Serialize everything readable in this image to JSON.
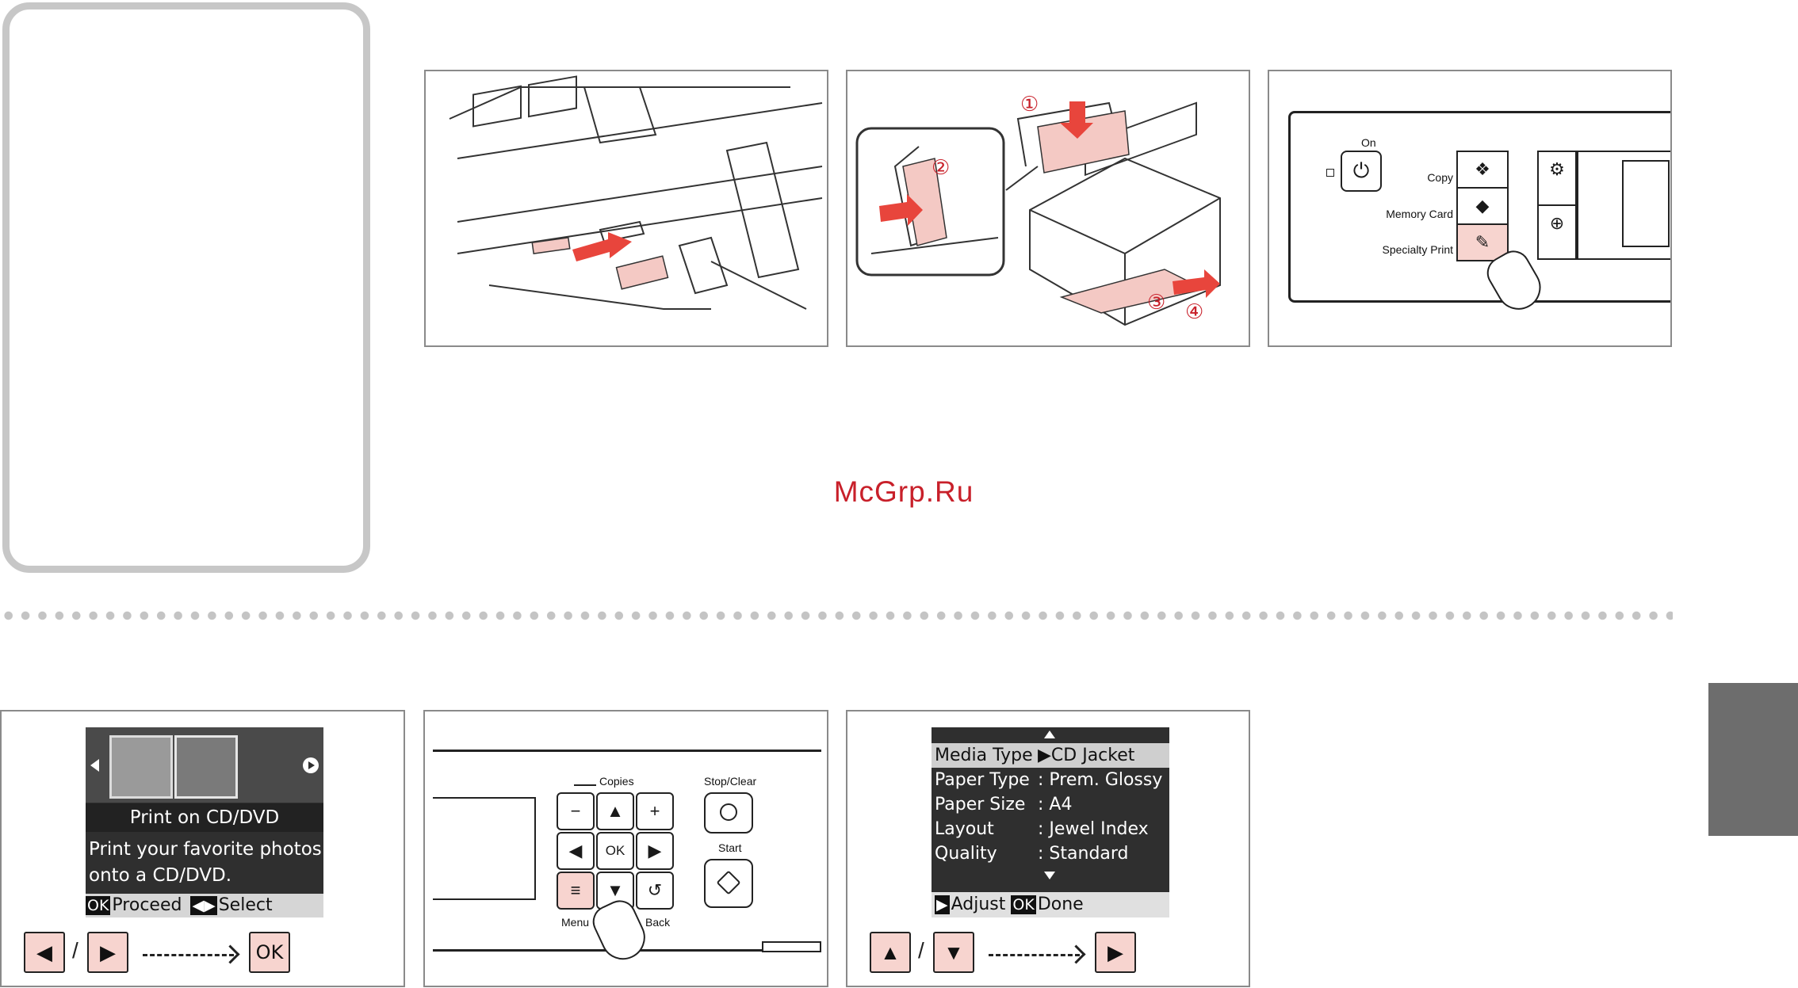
{
  "watermark": "McGrp.Ru",
  "top_panel3": {
    "on_label": "On",
    "power_icon": "⏻",
    "copy_label": "Copy",
    "memory_card_label": "Memory Card",
    "specialty_print_label": "Specialty Print",
    "setup_icon": "wrench-icon",
    "zoom_icon": "zoom-icon"
  },
  "top_panel2": {
    "step1": "①",
    "step2": "②",
    "step3": "③",
    "step4": "④"
  },
  "lcd1": {
    "title": "Print on CD/DVD",
    "line1": "Print your favorite photos",
    "line2": "onto a CD/DVD.",
    "ok": "OK",
    "proceed": "Proceed",
    "select": "Select"
  },
  "nav1": {
    "left": "◀",
    "slash": "/",
    "right": "▶",
    "ok": "OK"
  },
  "control_panel": {
    "copies": "Copies",
    "minus": "−",
    "up": "▲",
    "plus": "+",
    "left": "◀",
    "ok": "OK",
    "right": "▶",
    "menu_icon": "≡",
    "down": "▼",
    "back_icon": "↺",
    "menu": "Menu",
    "back": "Back",
    "stop_clear": "Stop/Clear",
    "start": "Start"
  },
  "lcd3": {
    "rows": [
      {
        "key": "Media Type",
        "sep": "",
        "value": "CD Jacket"
      },
      {
        "key": "Paper Type",
        "sep": ":",
        "value": "Prem. Glossy"
      },
      {
        "key": "Paper Size",
        "sep": ":",
        "value": "A4"
      },
      {
        "key": "Layout",
        "sep": ":",
        "value": "Jewel Index"
      },
      {
        "key": "Quality",
        "sep": ":",
        "value": "Standard"
      }
    ],
    "adjust": "Adjust",
    "ok": "OK",
    "done": "Done"
  },
  "nav3": {
    "up": "▲",
    "slash": "/",
    "down": "▼",
    "right": "▶"
  }
}
